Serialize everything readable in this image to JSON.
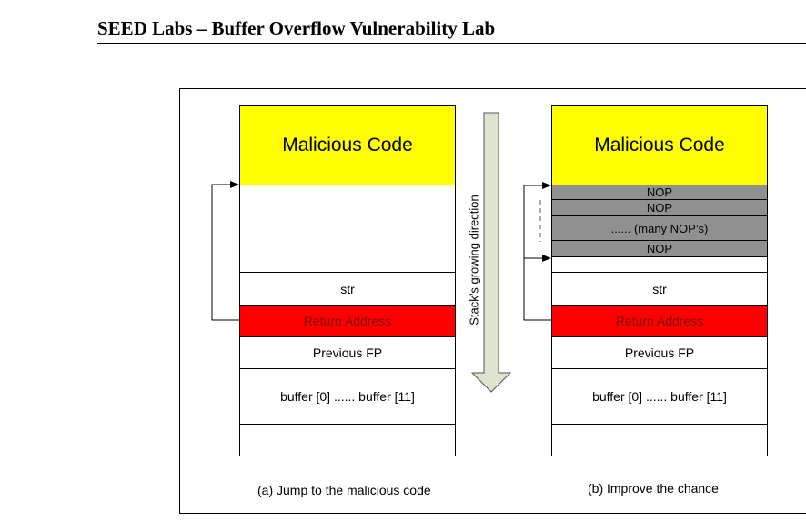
{
  "header": {
    "title": "SEED Labs – Buffer Overflow Vulnerability Lab"
  },
  "figure": {
    "left_diagram": {
      "malicious_code": "Malicious Code",
      "str": "str",
      "return_address": "Return Address",
      "previous_fp": "Previous FP",
      "buffer": "buffer [0] ...... buffer [11]",
      "caption": "(a) Jump to the malicious code"
    },
    "right_diagram": {
      "malicious_code": "Malicious Code",
      "nop_1": "NOP",
      "nop_2": "NOP",
      "many_nops": "...... (many NOP’s)",
      "nop_3": "NOP",
      "str": "str",
      "return_address": "Return Address",
      "previous_fp": "Previous FP",
      "buffer": "buffer [0] ...... buffer [11]",
      "caption": "(b) Improve the chance"
    },
    "stack_direction_label": "Stack’s growing direction",
    "colors": {
      "malicious_code": "#ffff00",
      "return_address": "#ff0000",
      "nop": "#909090",
      "stack_arrow": "#dde4cf"
    }
  }
}
